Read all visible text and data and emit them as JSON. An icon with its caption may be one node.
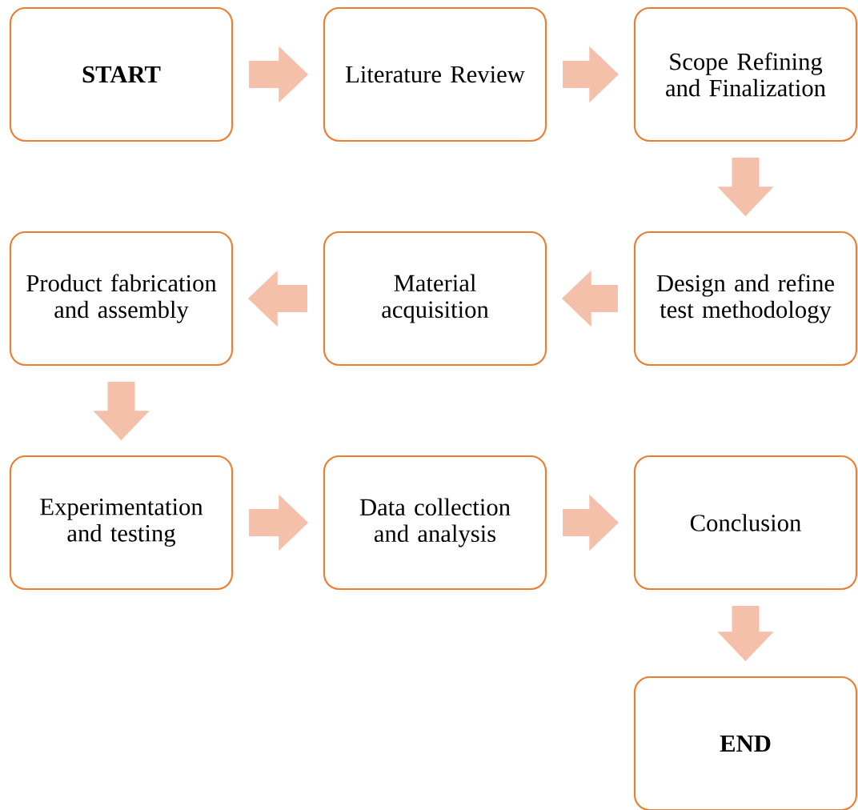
{
  "diagram": {
    "nodes": [
      {
        "text": [
          "START"
        ]
      },
      {
        "text": [
          "Literature Review"
        ]
      },
      {
        "text": [
          "Scope Refining and Finalization"
        ]
      },
      {
        "text": [
          "Product fabrication and assembly"
        ]
      },
      {
        "text": [
          "Material acquisition"
        ]
      },
      {
        "text": [
          "Design and refine test methodology"
        ]
      },
      {
        "text": [
          "Experimentation and testing"
        ]
      },
      {
        "text": [
          "Data collection and analysis"
        ]
      },
      {
        "text": [
          "Conclusion"
        ]
      },
      {
        "text": [
          "END"
        ]
      }
    ],
    "edges": [
      {
        "from": 0,
        "to": 1,
        "arrow": "to"
      },
      {
        "from": 1,
        "to": 2,
        "arrow": "to"
      },
      {
        "from": 2,
        "to": 5,
        "arrow": "to"
      },
      {
        "from": 5,
        "to": 4,
        "arrow": "to"
      },
      {
        "from": 4,
        "to": 3,
        "arrow": "to"
      },
      {
        "from": 3,
        "to": 6,
        "arrow": "to"
      },
      {
        "from": 6,
        "to": 7,
        "arrow": "to"
      },
      {
        "from": 7,
        "to": 8,
        "arrow": "to"
      },
      {
        "from": 8,
        "to": 9,
        "arrow": "to"
      }
    ]
  }
}
